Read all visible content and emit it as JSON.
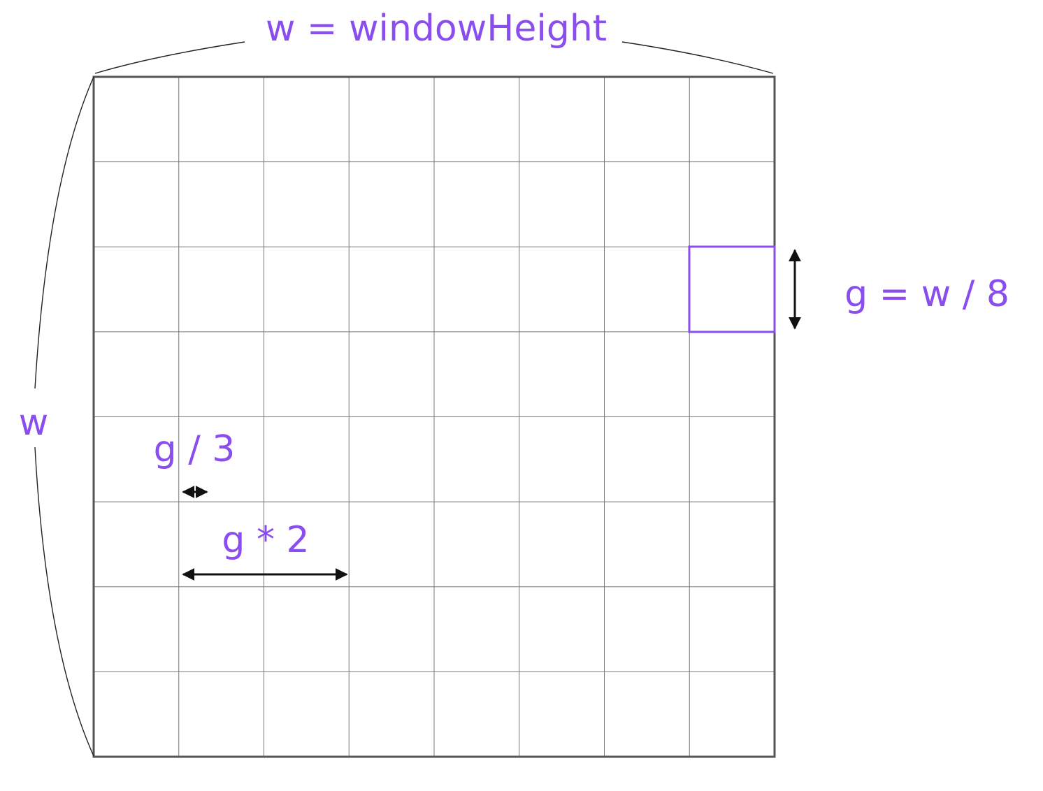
{
  "grid": {
    "rows": 8,
    "cols": 8
  },
  "labels": {
    "top_width": "w = windowHeight",
    "left_height": "w",
    "cell_size": "g = w / 8",
    "third_cell": "g / 3",
    "double_cell": "g * 2"
  },
  "colors": {
    "label_purple": "#8a4dee",
    "highlight_cell_border": "#8a4dee",
    "grid_line": "#777777",
    "outer_border": "#555555",
    "arrow": "#111111",
    "brace_line": "#222222"
  }
}
